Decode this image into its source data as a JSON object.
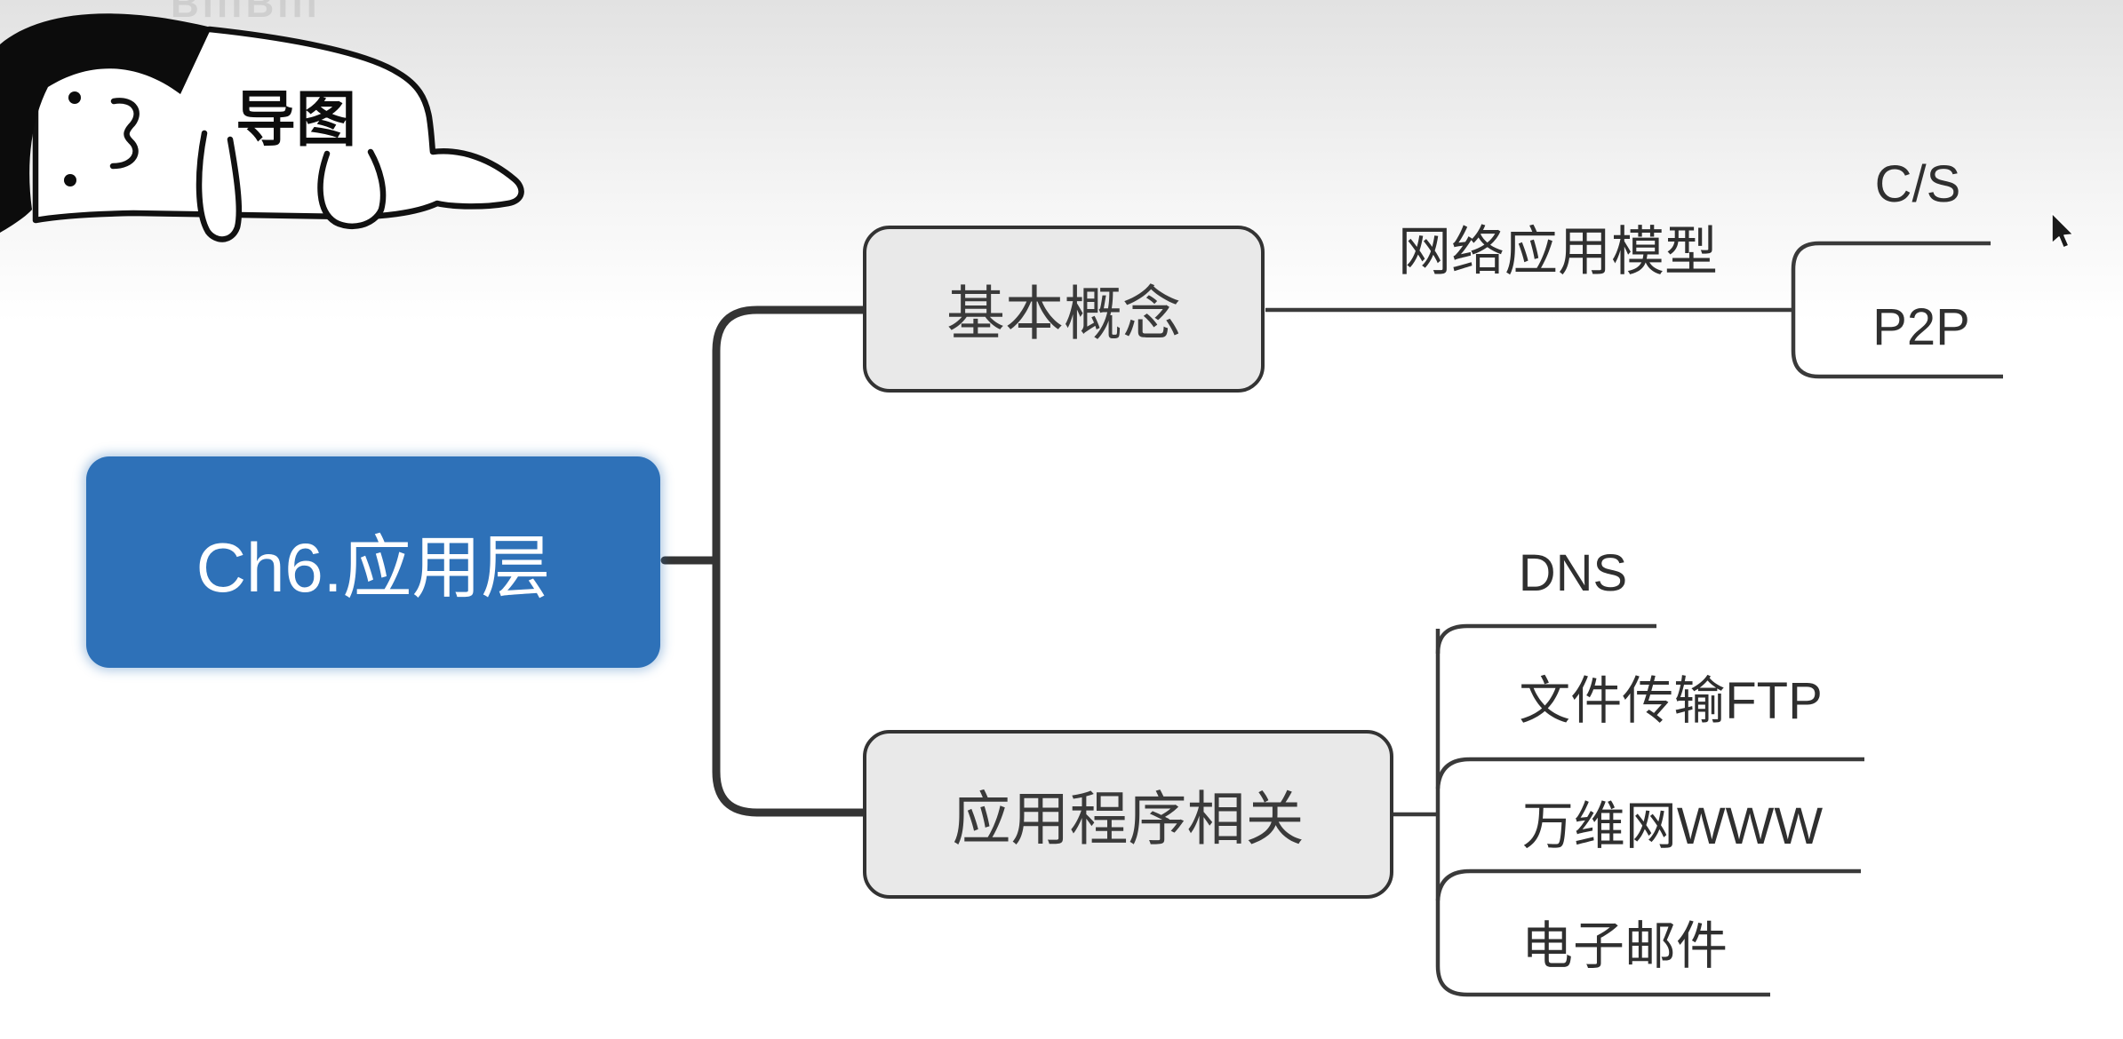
{
  "window": {
    "watermark": "BiliBili",
    "sticker_label": "导图"
  },
  "mindmap": {
    "root": {
      "label": "Ch6.应用层"
    },
    "branches": [
      {
        "label": "基本概念",
        "children": [
          {
            "label": "网络应用模型",
            "children": [
              {
                "label": "C/S"
              },
              {
                "label": "P2P"
              }
            ]
          }
        ]
      },
      {
        "label": "应用程序相关",
        "children": [
          {
            "label": "DNS"
          },
          {
            "label": "文件传输FTP"
          },
          {
            "label": "万维网WWW"
          },
          {
            "label": "电子邮件"
          }
        ]
      }
    ]
  },
  "colors": {
    "root_fill": "#2e71b8",
    "root_text": "#ffffff",
    "branch_fill": "#e9e9e9",
    "branch_border": "#333333",
    "branch_text": "#3a3a3a",
    "connector": "#343434",
    "background_top": "#e2e2e2",
    "background_bottom": "#ffffff",
    "watermark_text": "#bfbfbf"
  }
}
